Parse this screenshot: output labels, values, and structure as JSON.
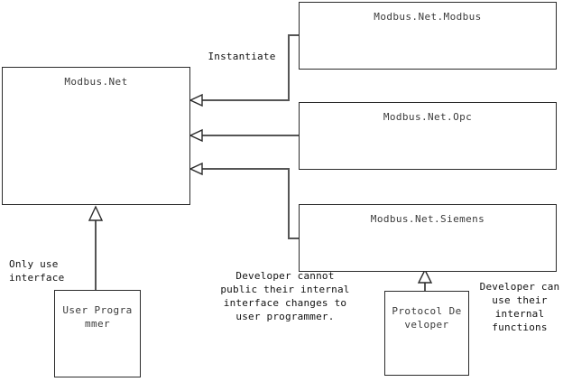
{
  "diagram": {
    "title": "Modbus.Net layering diagram",
    "colors": {
      "background": "#ffffff",
      "box_border": "#2b2b2b",
      "connector": "#555555",
      "box_title_text": "#3a3a3a",
      "note_text": "#111111"
    },
    "packages": [
      {
        "id": "main",
        "label": "Modbus.Net"
      },
      {
        "id": "modbus",
        "label": "Modbus.Net.Modbus"
      },
      {
        "id": "opc",
        "label": "Modbus.Net.Opc"
      },
      {
        "id": "siemens",
        "label": "Modbus.Net.Siemens"
      }
    ],
    "actors": [
      {
        "id": "user",
        "label": "User Programmer"
      },
      {
        "id": "developer",
        "label": "Protocol Developer"
      }
    ],
    "notes": [
      {
        "id": "instantiate",
        "text": "Instantiate"
      },
      {
        "id": "only_use_interface",
        "text": "Only use interface"
      },
      {
        "id": "cannot_publish",
        "text": "Developer cannot public their internal interface changes to user programmer."
      },
      {
        "id": "can_use",
        "text": "Developer can use their internal functions"
      }
    ],
    "connectors": [
      {
        "from": "modbus",
        "to": "main",
        "kind": "instantiate-arrow"
      },
      {
        "from": "opc",
        "to": "main",
        "kind": "instantiate-arrow"
      },
      {
        "from": "siemens",
        "to": "main",
        "kind": "instantiate-arrow"
      },
      {
        "from": "user",
        "to": "main",
        "kind": "generalization"
      },
      {
        "from": "developer",
        "to": "siemens",
        "kind": "generalization"
      }
    ]
  }
}
